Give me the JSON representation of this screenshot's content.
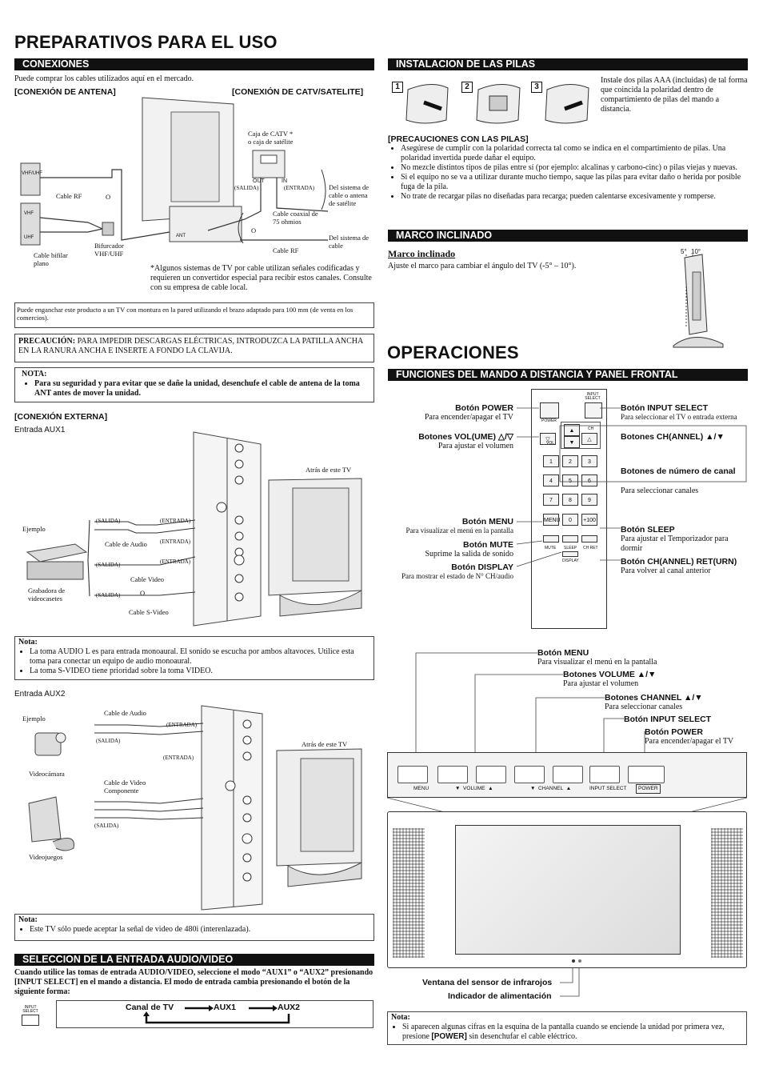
{
  "page": {
    "title_prep": "PREPARATIVOS PARA EL USO",
    "title_ops": "OPERACIONES"
  },
  "conexiones": {
    "header": "CONEXIONES",
    "intro": "Puede comprar los cables utilizados aquí en el mercado.",
    "antena_label": "[CONEXIÓN DE ANTENA]",
    "catv_label": "[CONEXIÓN DE CATV/SATELITE]",
    "caja_catv": "Caja de CATV *",
    "caja_sat": "o caja de satélite",
    "out_label": "OUT",
    "in_label": "IN",
    "salida": "(SALIDA)",
    "entrada": "(ENTRADA)",
    "cable_rf": "Cable RF",
    "o": "O",
    "del_sistema_antena": "Del sistema de cable o antena de satélite",
    "cable_coaxial": "Cable coaxial de 75 ohmios",
    "del_sistema_cable": "Del sistema de cable",
    "bifurcador": "Bifurcador VHF/UHF",
    "cable_bifilar": "Cable bifilar plano",
    "vhf_uhf": "VHF/UHF",
    "vhf": "VHF",
    "uhf": "UHF",
    "ant": "ANT",
    "asterisk_note": "*Algunos sistemas de TV por cable utilizan señales codificadas y requieren un convertidor especial para recibir estos canales. Consulte con su empresa de cable local.",
    "wall_mount": "Puede enganchar este producto a un TV con montura en la pared utilizando el brazo adaptado para 100 mm (de venta en los comercios).",
    "precaucion_label": "PRECAUCIÓN:",
    "precaucion_text": "PARA IMPEDIR DESCARGAS ELÉCTRICAS, INTRODUZCA LA PATILLA ANCHA EN LA RANURA ANCHA E INSERTE A FONDO LA CLAVIJA.",
    "nota_label": "NOTA:",
    "nota_text": "Para su seguridad y para evitar que se dañe la unidad, desenchufe el cable de antena de la toma ANT antes de mover la unidad."
  },
  "externa": {
    "header": "[CONEXIÓN EXTERNA]",
    "aux1": "Entrada AUX1",
    "atras_tv": "Atrás de este TV",
    "ejemplo": "Ejemplo",
    "grabadora": "Grabadora de videocasetes",
    "cable_audio": "Cable de Audio",
    "cable_video": "Cable Video",
    "cable_svideo": "Cable S-Video",
    "salida": "(SALIDA)",
    "entrada": "(ENTRADA)",
    "o": "O",
    "nota1_label": "Nota:",
    "nota1_items": [
      "La toma AUDIO L es para entrada monoaural. El sonido se escucha por ambos altavoces. Utilice esta toma para conectar un equipo de audio monoaural.",
      "La toma S-VIDEO tiene prioridad sobre la toma VIDEO."
    ],
    "aux2": "Entrada AUX2",
    "videocamara": "Videocámara",
    "videojuegos": "Videojuegos",
    "cable_video_comp": "Cable de Video Componente",
    "nota2_label": "Nota:",
    "nota2_items": [
      "Este TV sólo puede aceptar la señal de video de 480i (interenlazada)."
    ]
  },
  "seleccion": {
    "header": "SELECCION DE LA ENTRADA AUDIO/VIDEO",
    "text": "Cuando utilice las tomas de entrada AUDIO/VIDEO, seleccione el modo “AUX1” o “AUX2” presionando [INPUT SELECT] en el mando a distancia. El modo de entrada cambia presionando el botón de la siguiente forma:",
    "input_select_key": "INPUT SELECT",
    "canal_tv": "Canal de TV",
    "aux1": "AUX1",
    "aux2": "AUX2"
  },
  "pilas": {
    "header": "INSTALACION DE LAS PILAS",
    "steps": [
      "1",
      "2",
      "3"
    ],
    "text": "Instale dos pilas AAA (incluidas) de tal forma que coincida la polaridad dentro de compartimiento de pilas del mando a distancia.",
    "prec_label": "[PRECAUCIONES CON LAS PILAS]",
    "prec_items": [
      "Asegúrese de cumplir con la polaridad correcta tal como se indica en el compartimiento de pilas. Una polaridad invertida puede dañar el equipo.",
      "No mezcle distintos tipos de pilas entre sí (por ejemplo: alcalinas y carbono-cinc) o pilas viejas y nuevas.",
      "Si el equipo no se va a utilizar durante mucho tiempo, saque las pilas para evitar daño o herida por posible fuga de la pila.",
      "No trate de recargar pilas no diseñadas para recarga; pueden calentarse excesivamente y romperse."
    ]
  },
  "marco": {
    "header": "MARCO INCLINADO",
    "subtitle": "Marco inclinado",
    "text": "Ajuste el marco para cambiar el ángulo del TV (-5° – 10°).",
    "angle_5": "5°",
    "angle_10": "10°"
  },
  "funciones": {
    "header": "FUNCIONES DEL MANDO A DISTANCIA Y PANEL FRONTAL",
    "power_title": "Botón POWER",
    "power_desc": "Para encender/apagar el TV",
    "vol_title": "Botones VOL(UME) △/▽",
    "vol_desc": "Para ajustar el volumen",
    "menu_title": "Botón MENU",
    "menu_desc": "Para visualizar el menú en la pantalla",
    "mute_title": "Botón MUTE",
    "mute_desc": "Suprime la salida de sonido",
    "display_title": "Botón DISPLAY",
    "display_desc": "Para mostrar el estado de N° CH/audio",
    "input_title": "Botón INPUT SELECT",
    "input_desc": "Para seleccionar el TV o entrada externa",
    "ch_title": "Botones CH(ANNEL) ▲/▼",
    "num_title": "Botones de número de canal",
    "num_desc": "Para seleccionar canales",
    "sleep_title": "Botón SLEEP",
    "sleep_desc": "Para ajustar el Temporizador para dormir",
    "ret_title": "Botón CH(ANNEL) RET(URN)",
    "ret_desc": "Para volver al canal anterior",
    "remote_keys": {
      "input_select": "INPUT SELECT",
      "power": "POWER",
      "ch": "CH",
      "vol": "VOL",
      "digits": [
        "1",
        "2",
        "3",
        "4",
        "5",
        "6",
        "7",
        "8",
        "9"
      ],
      "menu": "MENU",
      "zero": "0",
      "plus100": "+100",
      "mute": "MUTE",
      "sleep": "SLEEP",
      "chret": "CH RET",
      "display": "DISPLAY"
    }
  },
  "panel": {
    "menu_title": "Botón MENU",
    "menu_desc": "Para visualizar el menú en la pantalla",
    "vol_title": "Botones VOLUME ▲/▼",
    "vol_desc": "Para ajustar el volumen",
    "ch_title": "Botones CHANNEL ▲/▼",
    "ch_desc": "Para seleccionar canales",
    "input_title": "Botón INPUT SELECT",
    "power_title": "Botón POWER",
    "power_desc": "Para encender/apagar el TV",
    "strip_menu": "MENU",
    "strip_volume": "VOLUME",
    "strip_channel": "CHANNEL",
    "strip_input": "INPUT SELECT",
    "strip_power": "POWER",
    "sensor": "Ventana del sensor de infrarojos",
    "indicador": "Indicador de alimentación",
    "nota_label": "Nota:",
    "nota_pre": "Si aparecen algunas cifras en la esquina de la pantalla cuando se enciende la unidad por primera vez, presione ",
    "nota_key": "[POWER]",
    "nota_post": " sin desenchufar el cable eléctrico."
  }
}
